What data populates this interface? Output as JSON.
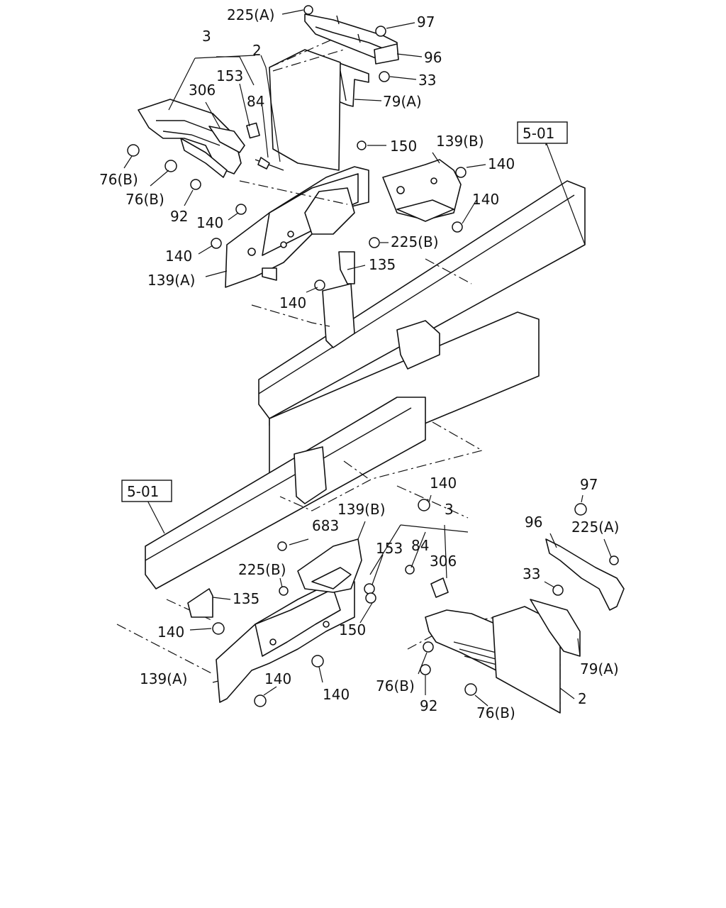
{
  "labels": {
    "l_225a_top": "225(A)",
    "l_97_top": "97",
    "l_96_top": "96",
    "l_33_top": "33",
    "l_79a_top": "79(A)",
    "l_3_top": "3",
    "l_2_top": "2",
    "l_153_top": "153",
    "l_306_top": "306",
    "l_84_top": "84",
    "l_76b_a": "76(B)",
    "l_76b_b": "76(B)",
    "l_92_top": "92",
    "l_150_top": "150",
    "l_139b_top": "139(B)",
    "l_140_a": "140",
    "l_140_b": "140",
    "l_140_c": "140",
    "l_140_d": "140",
    "l_140_e": "140",
    "l_225b_top": "225(B)",
    "l_135_top": "135",
    "l_139a_top": "139(A)",
    "l_140_bot_top": "140",
    "l_3_bot": "3",
    "l_139b_bot": "139(B)",
    "l_683": "683",
    "l_84_bot": "84",
    "l_153_bot": "153",
    "l_306_bot": "306",
    "l_97_bot": "97",
    "l_96_bot": "96",
    "l_225a_bot": "225(A)",
    "l_225b_bot": "225(B)",
    "l_135_bot": "135",
    "l_33_bot": "33",
    "l_140_bot_left": "140",
    "l_150_bot": "150",
    "l_79a_bot": "79(A)",
    "l_139a_bot": "139(A)",
    "l_140_bot_a": "140",
    "l_140_bot_b": "140",
    "l_76b_bot_a": "76(B)",
    "l_92_bot": "92",
    "l_2_bot": "2",
    "l_76b_bot_b": "76(B)"
  },
  "refs": {
    "ref_top": "5-01",
    "ref_bottom": "5-01"
  }
}
